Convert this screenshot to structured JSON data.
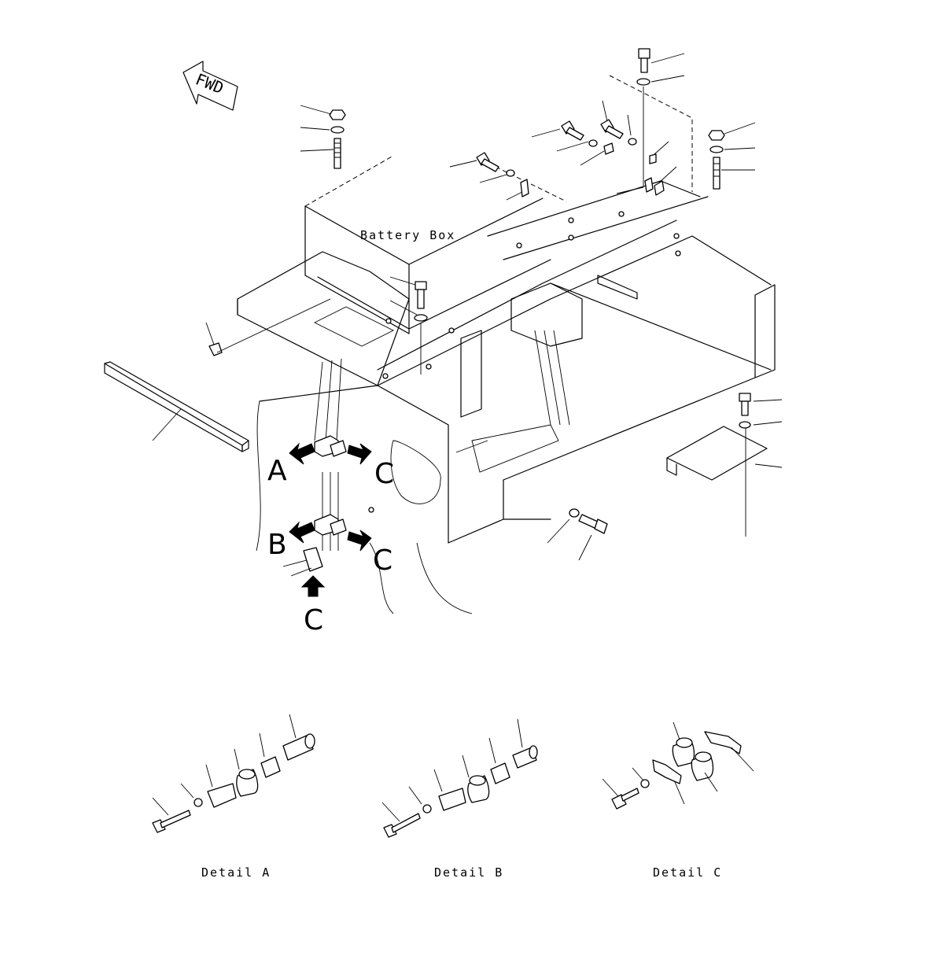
{
  "labels": {
    "fwd": "FWD",
    "battery_box": "Battery Box",
    "view_a": "A",
    "view_b": "B",
    "view_c1": "C",
    "view_c2": "C",
    "view_c3": "C",
    "detail_a": "Detail A",
    "detail_b": "Detail B",
    "detail_c": "Detail C"
  }
}
